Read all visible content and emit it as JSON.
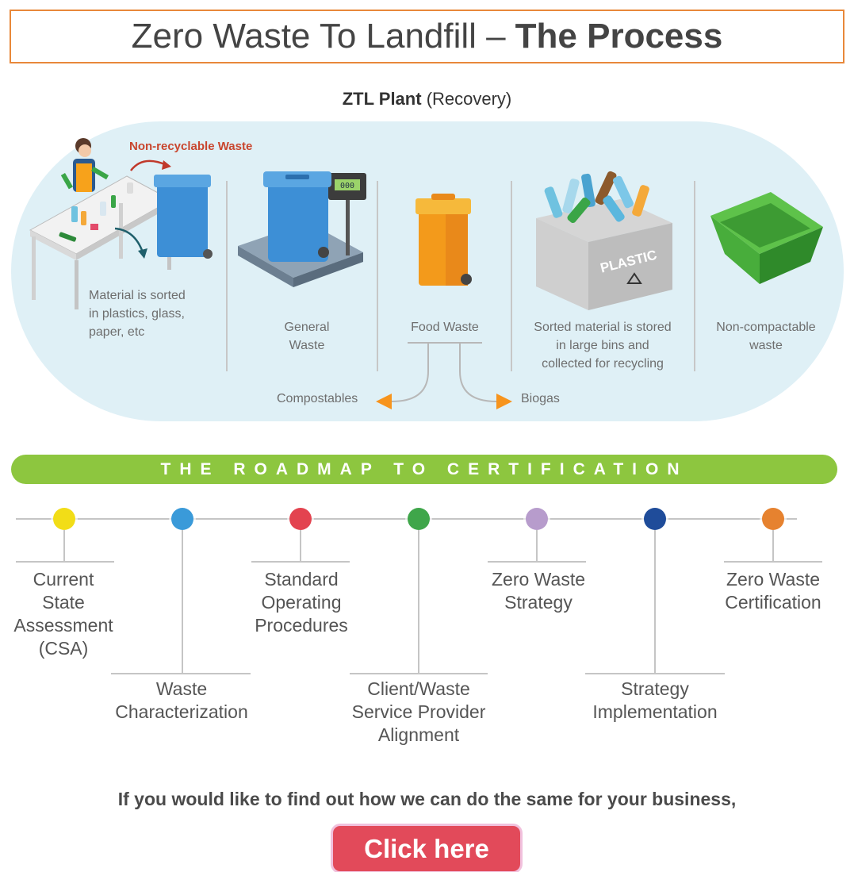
{
  "title": {
    "regular": "Zero Waste To Landfill –",
    "bold": "The Process"
  },
  "plant": {
    "bold": "ZTL Plant",
    "regular": "(Recovery)"
  },
  "process": {
    "non_recyclable_label": "Non-recyclable Waste",
    "captions": {
      "sorting": [
        "Material is sorted",
        "in plastics, glass,",
        "paper, etc"
      ],
      "general": [
        "General",
        "Waste"
      ],
      "food": [
        "Food Waste"
      ],
      "stored": [
        "Sorted material is stored",
        "in large bins and",
        "collected for recycling"
      ],
      "noncompact": [
        "Non-compactable",
        "waste"
      ]
    },
    "food_outputs": {
      "left": "Compostables",
      "right": "Biogas"
    },
    "bin_text": "PLASTIC",
    "scale_display": "000",
    "colors": {
      "band": "#dff0f6",
      "title_border": "#e8883a",
      "non_recyclable": "#c9462e",
      "arrow": "#f7941d"
    }
  },
  "roadmap": {
    "title": "THE ROADMAP TO CERTIFICATION",
    "bar_color": "#8dc63f",
    "steps": [
      {
        "lines": [
          "Current",
          "State",
          "Assessment",
          "(CSA)"
        ],
        "color": "#f2dd17"
      },
      {
        "lines": [
          "Waste",
          "Characterization"
        ],
        "color": "#3a9ad9"
      },
      {
        "lines": [
          "Standard",
          "Operating",
          "Procedures"
        ],
        "color": "#e3434f"
      },
      {
        "lines": [
          "Client/Waste",
          "Service Provider",
          "Alignment"
        ],
        "color": "#3fa64a"
      },
      {
        "lines": [
          "Zero Waste",
          "Strategy"
        ],
        "color": "#b79ccc"
      },
      {
        "lines": [
          "Strategy",
          "Implementation"
        ],
        "color": "#1f4c9a"
      },
      {
        "lines": [
          "Zero Waste",
          "Certification"
        ],
        "color": "#e6822f"
      }
    ]
  },
  "cta": {
    "text": "If you would like to find out how we can do the same for your business,",
    "button": "Click here",
    "button_color": "#e24a5a"
  }
}
